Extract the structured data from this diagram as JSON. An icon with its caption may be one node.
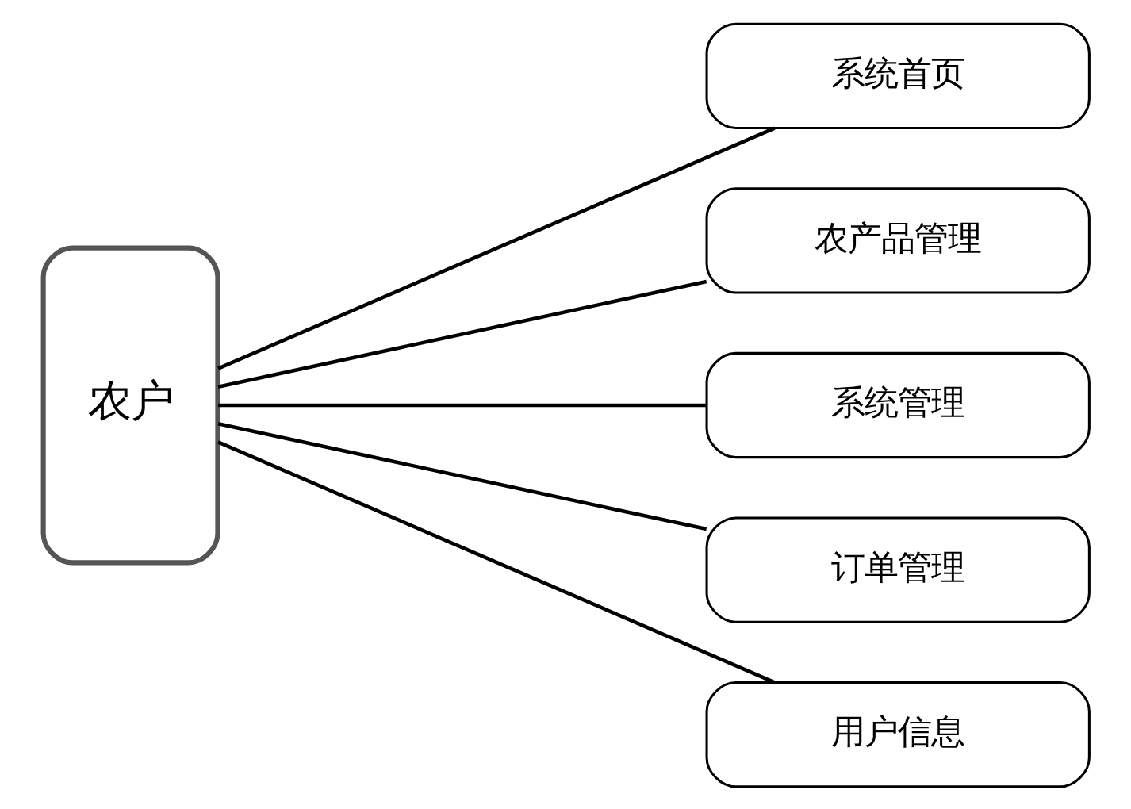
{
  "diagram": {
    "nodes": [
      {
        "text": [
          "农户"
        ]
      },
      {
        "text": [
          "系统首页"
        ]
      },
      {
        "text": [
          "农产品管理"
        ]
      },
      {
        "text": [
          "系统管理"
        ]
      },
      {
        "text": [
          "订单管理"
        ]
      },
      {
        "text": [
          "用户信息"
        ]
      }
    ],
    "edges": [
      {
        "from": 0,
        "to": 1,
        "arrow": "none"
      },
      {
        "from": 0,
        "to": 2,
        "arrow": "none"
      },
      {
        "from": 0,
        "to": 3,
        "arrow": "none"
      },
      {
        "from": 0,
        "to": 4,
        "arrow": "none"
      },
      {
        "from": 0,
        "to": 5,
        "arrow": "none"
      }
    ]
  }
}
